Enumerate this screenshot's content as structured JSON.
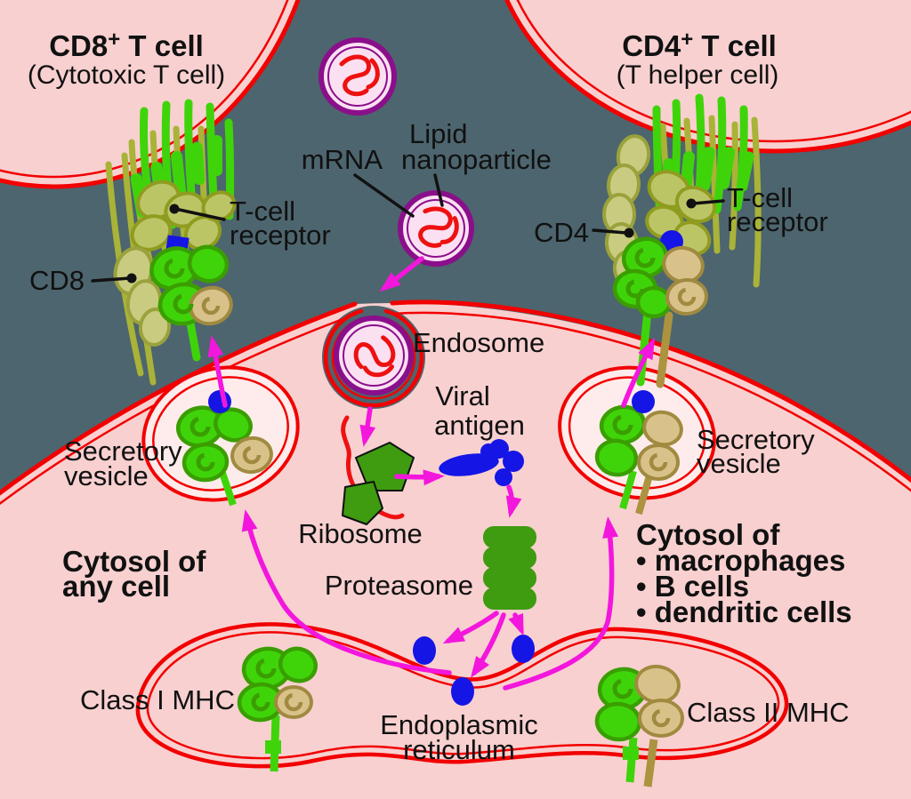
{
  "palette": {
    "background_dark": "#4d656e",
    "cell_pink": "#f8d0d0",
    "vesicle_pink": "#fdeceb",
    "membrane_red": "#f20000",
    "nanoparticle_ring_purple": "#8a0f8a",
    "nanoparticle_fill": "#fbe0f2",
    "mrna_red": "#ee1111",
    "arrow_magenta": "#f316dd",
    "mhc_bright_green": "#3fd40a",
    "mhc_green_outline": "#3a9e00",
    "tcr_olive": "#bcc566",
    "tcr_olive_outline": "#8f9c1f",
    "cd_chain_pale_olive": "#c9cc80",
    "tan": "#d9c28a",
    "tan_outline": "#a08a40",
    "enzyme_green": "#3f9b10",
    "peptide_blue": "#1515e6",
    "text_black": "#111111"
  },
  "labels": {
    "cd8_cell": {
      "base": "CD8",
      "sup": "+",
      "rest": " T cell",
      "subtitle": "(Cytotoxic T cell)"
    },
    "cd4_cell": {
      "base": "CD4",
      "sup": "+",
      "rest": " T cell",
      "subtitle": "(T helper cell)"
    },
    "mrna": "mRNA",
    "lipid_nanoparticle": {
      "line1": "Lipid",
      "line2": "nanoparticle"
    },
    "endosome": "Endosome",
    "viral_antigen": {
      "line1": "Viral",
      "line2": "antigen"
    },
    "ribosome": "Ribosome",
    "proteasome": "Proteasome",
    "secretory_vesicle": {
      "line1": "Secretory",
      "line2": "vesicle"
    },
    "cytosol_any": {
      "line1": "Cytosol of",
      "line2": "any cell"
    },
    "cytosol_apc": {
      "line1": "Cytosol of",
      "line2": "• macrophages",
      "line3": "• B cells",
      "line4": "• dendritic cells"
    },
    "class_i_mhc": "Class I MHC",
    "class_ii_mhc": "Class II MHC",
    "endoplasmic_reticulum": {
      "line1": "Endoplasmic",
      "line2": "reticulum"
    },
    "cd8": "CD8",
    "cd4": "CD4",
    "t_cell_receptor": {
      "line1": "T-cell",
      "line2": "receptor"
    }
  }
}
